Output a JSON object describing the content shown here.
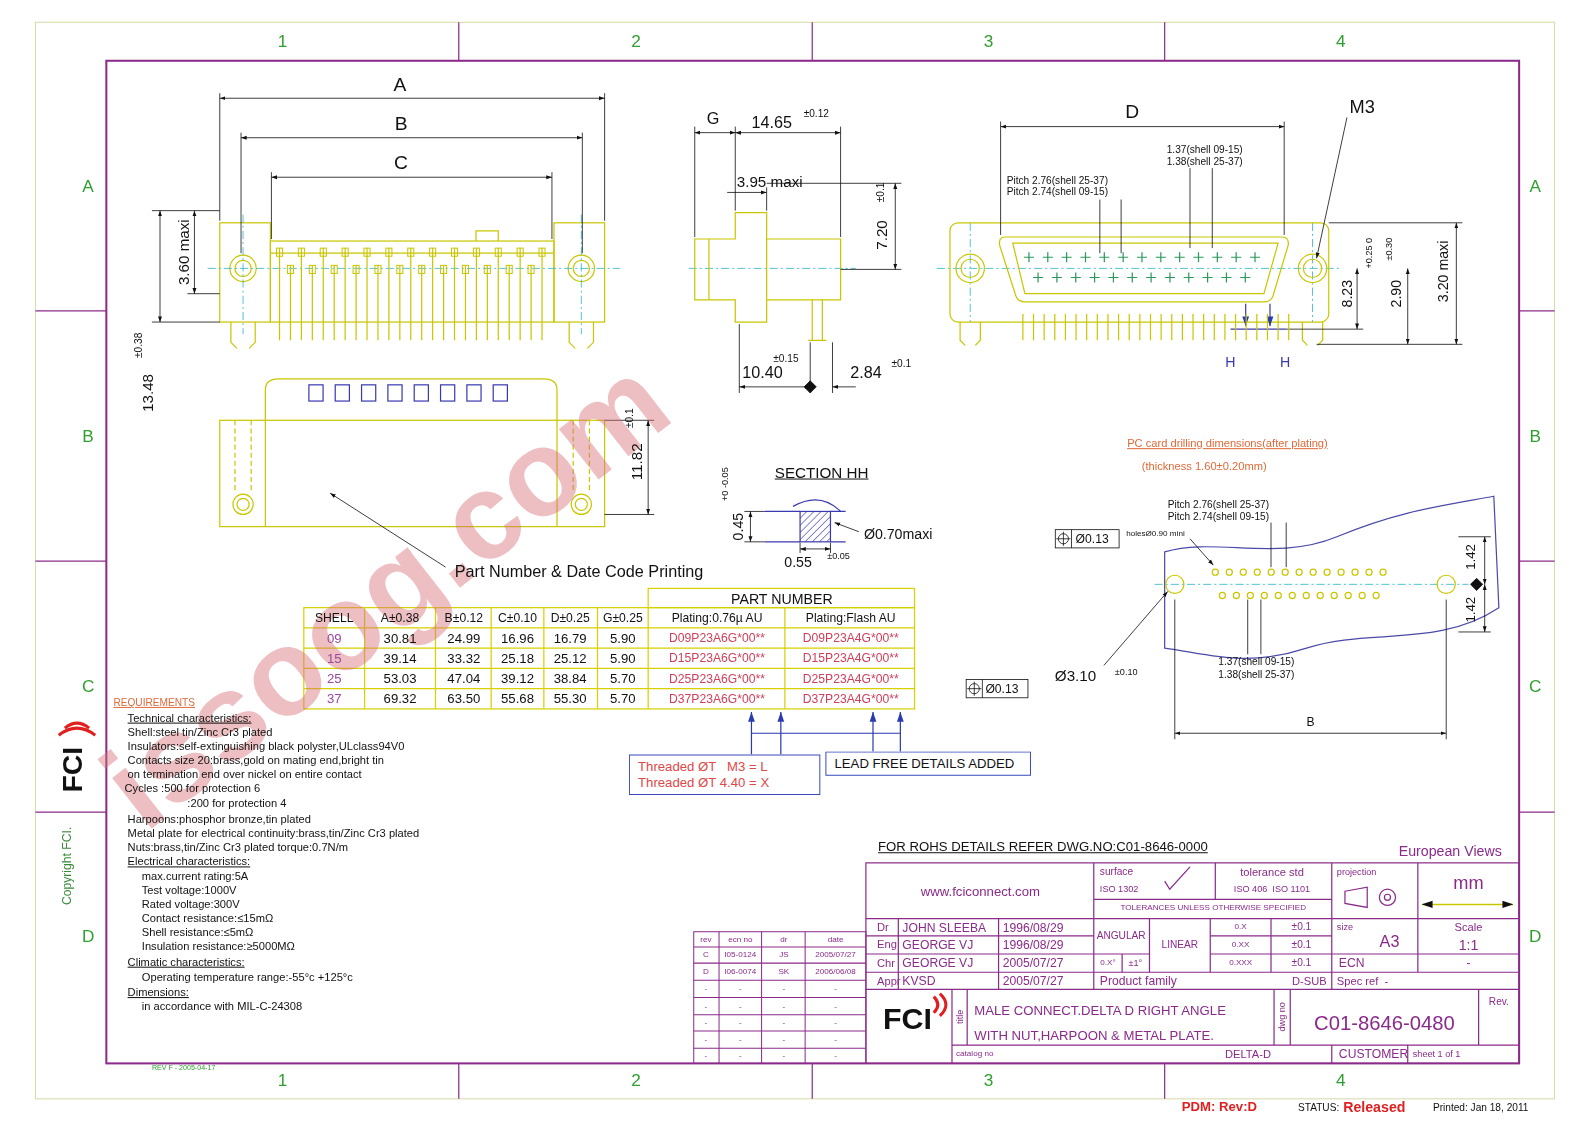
{
  "diagram": {
    "nodes": [
      {
        "text": [
          "Threaded ØT   M3 = L",
          "Threaded ØT 4.40 = X"
        ]
      },
      {
        "text": [
          "LEAD FREE DETAILS ADDED"
        ]
      }
    ],
    "labels": [
      "1",
      "2",
      "3",
      "4",
      "1",
      "2",
      "3",
      "4",
      "A",
      "B",
      "C",
      "D",
      "A",
      "B",
      "C",
      "D",
      "A",
      "B",
      "C",
      "3.60 maxi",
      "13.48",
      "±0.38",
      "11.82",
      "±0.1",
      "Part Number & Date Code Printing",
      "G",
      "14.65",
      "±0.12",
      "3.95 maxi",
      "7.20",
      "±0.1",
      "10.40",
      "±0.15",
      "2.84",
      "±0.1",
      "D",
      "M3",
      "1.37(shell 09-15)",
      "1.38(shell 25-37)",
      "Pitch 2.76(shell 25-37)",
      "Pitch 2.74(shell 09-15)",
      "8.23",
      "+0.25 0",
      "2.90",
      "±0.30",
      "3.20 maxi",
      "H",
      "H",
      "SECTION HH",
      "0.45",
      "+0 -0.05",
      "Ø0.70maxi",
      "0.55",
      "±0.05",
      "PC card drilling dimensions(after plating)",
      "(thickness 1.60±0.20mm)",
      "Pitch 2.76(shell 25-37)",
      "Pitch 2.74(shell 09-15)",
      "Ø0.13",
      "holesØ0.90 mini",
      "1.42",
      "1.42",
      "±0.10",
      "Ø3.10",
      "Ø0.13",
      "1.37(shell 09-15)",
      "1.38(shell 25-37)",
      "B",
      "PART NUMBER",
      "SHELL",
      "A±0.38",
      "B±0.12",
      "C±0.10",
      "D±0.25",
      "G±0.25",
      "Plating:0.76µ AU",
      "Plating:Flash AU",
      "09",
      "30.81",
      "24.99",
      "16.96",
      "16.79",
      "5.90",
      "D09P23A6G*00**",
      "D09P23A4G*00**",
      "15",
      "39.14",
      "33.32",
      "25.18",
      "25.12",
      "5.90",
      "D15P23A6G*00**",
      "D15P23A4G*00**",
      "25",
      "53.03",
      "47.04",
      "39.12",
      "38.84",
      "5.70",
      "D25P23A6G*00**",
      "D25P23A4G*00**",
      "37",
      "69.32",
      "63.50",
      "55.68",
      "55.30",
      "5.70",
      "D37P23A6G*00**",
      "D37P23A4G*00**",
      "REQUIREMENTS",
      "Technical characteristics:",
      "Shell:steel tin/Zinc Cr3 plated",
      "Insulators:self-extinguishing black polyster,ULclass94V0",
      "Contacts size 20:brass,gold on mating end,bright tin",
      "on termination end over nickel on entire contact",
      "Cycles :500 for protection 6",
      ":200 for protection 4",
      "Harpoons:phosphor bronze,tin plated",
      "Metal plate for electrical continuity:brass,tin/Zinc Cr3 plated",
      "Nuts:brass,tin/Zinc Cr3 plated torque:0.7N/m",
      "Electrical characteristics:",
      "max.current rating:5A",
      "Test voltage:1000V",
      "Rated voltage:300V",
      "Contact resistance:≤15mΩ",
      "Shell resistance:≤5mΩ",
      "Insulation resistance:≥5000MΩ",
      "Climatic characteristics:",
      "Operating temperature range:-55°c +125°c",
      "Dimensions:",
      "in accordance with MIL-C-24308",
      "Copyright FCI.",
      "FCI",
      "REV F - 2005-04-17",
      "FOR ROHS DETAILS REFER DWG.NO:C01-8646-0000",
      "European Views",
      "www.fciconnect.com",
      "surface",
      "ISO 1302",
      "tolerance std",
      "ISO 406  ISO 1101",
      "projection",
      "mm",
      "TOLERANCES UNLESS OTHERWISE SPECIFIED",
      "ANGULAR",
      "0.X°",
      "±1°",
      "LINEAR",
      "0.X",
      "±0.1",
      "0.XX",
      "±0.1",
      "0.XXX",
      "±0.1",
      "size",
      "A3",
      "Scale",
      "1:1",
      "ECN",
      "-",
      "Dr",
      "JOHN SLEEBA",
      "1996/08/29",
      "Eng",
      "GEORGE VJ",
      "1996/08/29",
      "Chr",
      "GEORGE VJ",
      "2005/07/27",
      "Appr",
      "KVSD",
      "2005/07/27",
      "Product family",
      "D-SUB",
      "Spec ref  -",
      "title",
      "MALE CONNECT.DELTA D RIGHT ANGLE",
      "WITH NUT,HARPOON & METAL PLATE.",
      "dwg no",
      "C01-8646-0480",
      "Rev.",
      "catalog no",
      "DELTA-D",
      "CUSTOMER",
      "sheet 1 of 1",
      "FCI",
      "rev",
      "ecn no",
      "dr",
      "date",
      "C",
      "I05-0124",
      "JS",
      "2005/07/27",
      "D",
      "I06-0074",
      "SK",
      "2006/06/08",
      "-",
      "-",
      "-",
      "-",
      "-",
      "-",
      "-",
      "-",
      "-",
      "-",
      "-",
      "-",
      "-",
      "-",
      "-",
      "-",
      "-",
      "-",
      "-",
      "-",
      "PDM: Rev:D",
      "STATUS:",
      "Released",
      "Printed: Jan 18, 2011",
      "issoog.com"
    ]
  }
}
